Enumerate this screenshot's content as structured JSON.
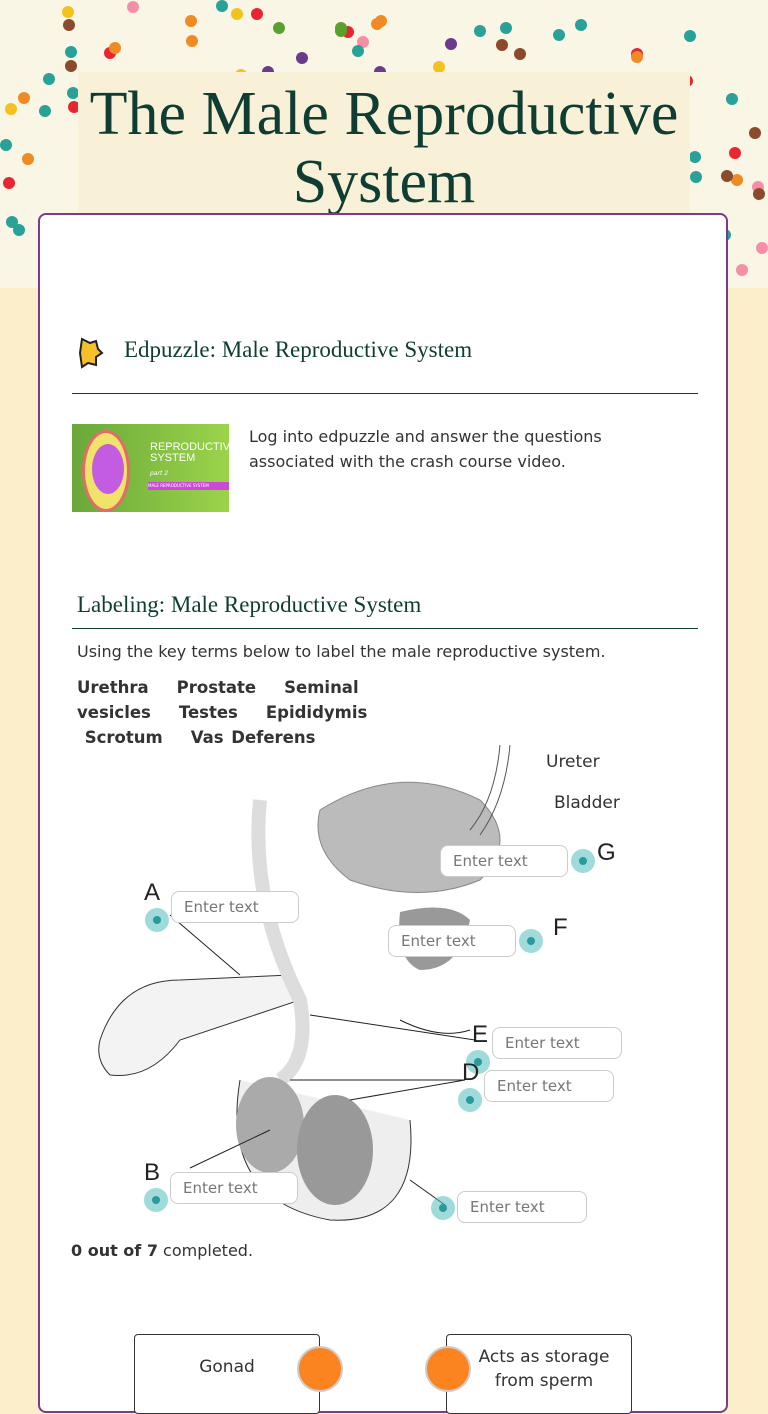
{
  "page": {
    "title": "The Male Reproductive System"
  },
  "edpuzzle": {
    "heading": "Edpuzzle: Male Reproductive System",
    "description": "Log into edpuzzle and answer the questions associated with the crash course video.",
    "thumbnail_title": "REPRODUCTIVE SYSTEM",
    "thumbnail_part": "part 2",
    "thumbnail_banner": "MALE REPRODUCTIVE SYSTEM"
  },
  "labeling": {
    "heading": "Labeling: Male Reproductive System",
    "instructions": "Using the key terms below to label the male reproductive system.",
    "terms": [
      "Urethra",
      "Prostate",
      "Seminal vesicles",
      "Testes",
      "Epididymis",
      "Scrotum",
      "Vas Deferens"
    ],
    "diagram_labels": {
      "ureter": "Ureter",
      "bladder": "Bladder",
      "A": "A",
      "B": "B",
      "D": "D",
      "E": "E",
      "F": "F",
      "G": "G"
    },
    "placeholder": "Enter text",
    "progress": {
      "count": "0 out of 7",
      "suffix": " completed."
    }
  },
  "matching": {
    "items": [
      "Gonad",
      "Acts as storage from sperm"
    ]
  },
  "colors": {
    "accent": "#7b3a8c",
    "heading": "#0f3d33",
    "match_dot": "#fb8320",
    "pin": "#50bebe"
  }
}
